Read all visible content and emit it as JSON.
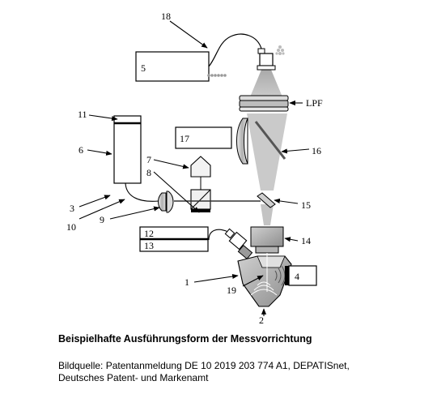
{
  "figure": {
    "labels": {
      "l1": "1",
      "l2": "2",
      "l3": "3",
      "l4": "4",
      "l5": "5",
      "l6": "6",
      "l7": "7",
      "l8": "8",
      "l9": "9",
      "l10": "10",
      "l11": "11",
      "l12": "12",
      "l13": "13",
      "l14": "14",
      "l15": "15",
      "l16": "16",
      "l17": "17",
      "l18": "18",
      "l19": "19",
      "lpf": "LPF"
    }
  },
  "caption": {
    "title": "Beispielhafte Ausführungsform der Messvorrichtung",
    "source_line1": "Bildquelle: Patentanmeldung DE 10 2019 203 774 A1, DEPATISnet,",
    "source_line2": "Deutsches Patent- und Markenamt"
  }
}
